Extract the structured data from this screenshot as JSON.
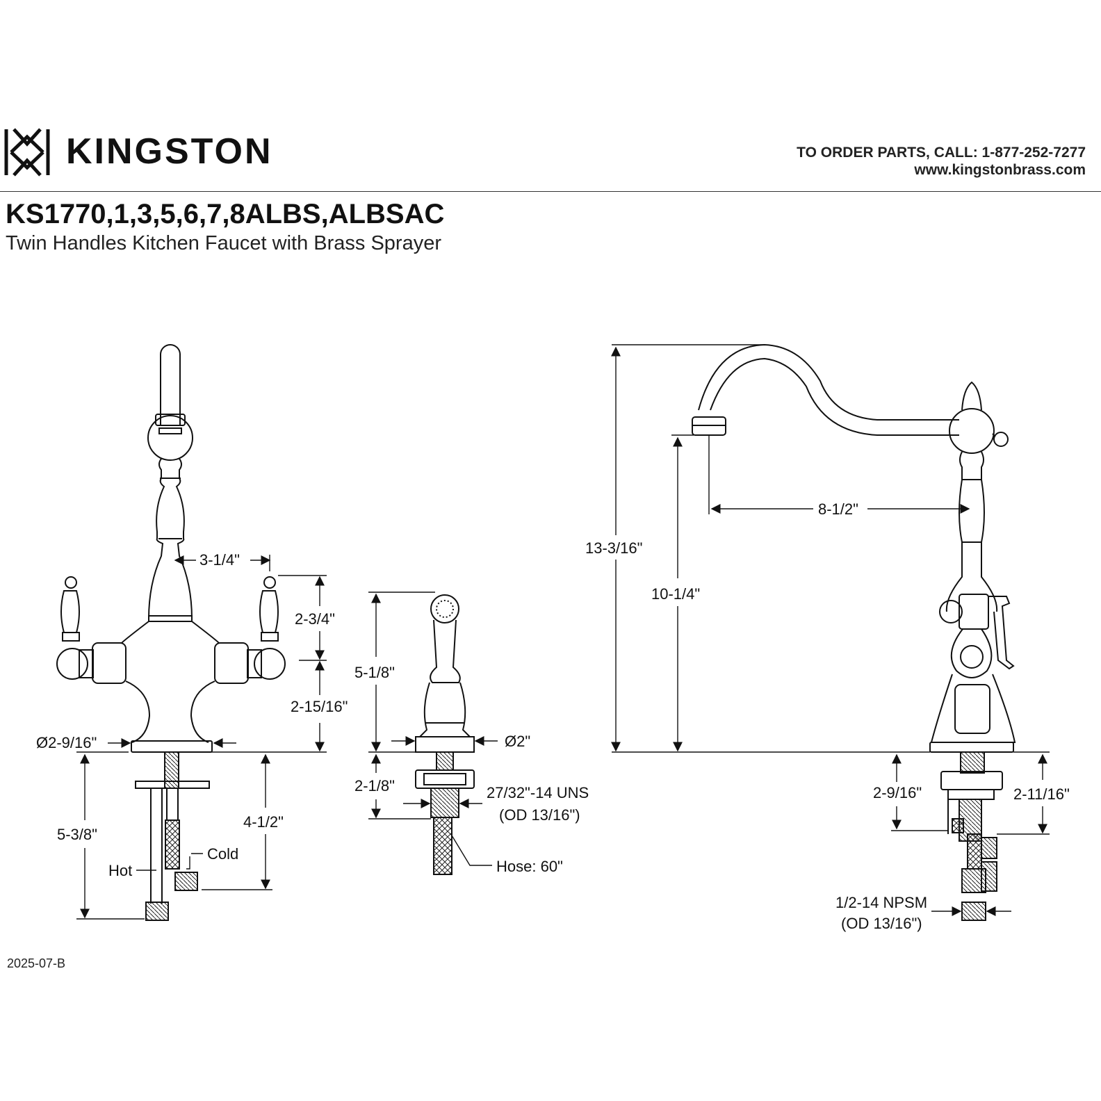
{
  "header": {
    "brand": "KINGSTON",
    "contact_phone": "TO ORDER PARTS, CALL: 1-877-252-7277",
    "contact_web": "www.kingstonbrass.com",
    "model_number": "KS1770,1,3,5,6,7,8ALBS,ALBSAC",
    "product_name": "Twin Handles Kitchen Faucet with Brass Sprayer"
  },
  "front_view": {
    "handle_spacing": "3-1/4\"",
    "handle_height": "2-3/4\"",
    "body_height": "2-15/16\"",
    "base_diameter": "Ø2-9/16\"",
    "shank_length": "4-1/2\"",
    "supply_length": "5-3/8\"",
    "hot_label": "Hot",
    "cold_label": "Cold"
  },
  "sprayer_view": {
    "height": "5-1/8\"",
    "base_diameter": "Ø2\"",
    "shank_length": "2-1/8\"",
    "thread_spec": "27/32\"-14 UNS",
    "thread_od": "(OD 13/16\")",
    "hose_length": "Hose: 60\""
  },
  "side_view": {
    "total_height": "13-3/16\"",
    "spout_height": "10-1/4\"",
    "spout_reach": "8-1/2\"",
    "shank_length_left": "2-9/16\"",
    "shank_length_right": "2-11/16\"",
    "connection_spec": "1/2-14 NPSM",
    "connection_od": "(OD 13/16\")"
  },
  "footer": {
    "revision": "2025-07-B"
  }
}
